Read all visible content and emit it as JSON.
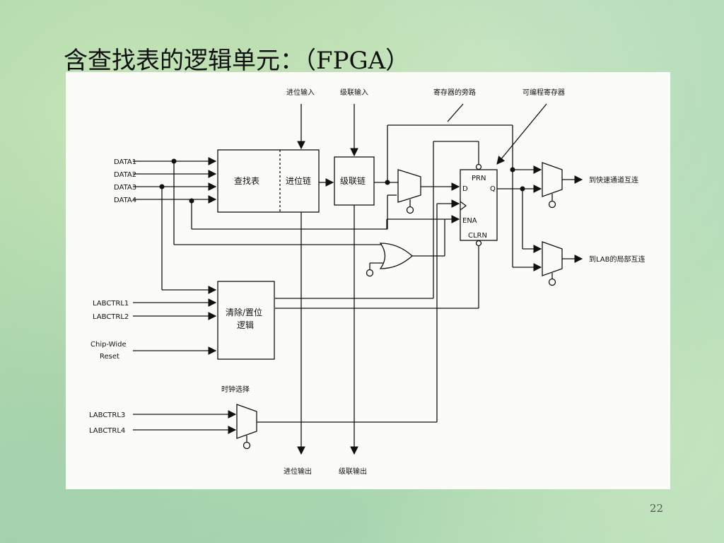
{
  "slide": {
    "title": "含查找表的逻辑单元：（FPGA）",
    "page_number": "22"
  },
  "diagram": {
    "inputs": {
      "data1": "DATA1",
      "data2": "DATA2",
      "data3": "DATA3",
      "data4": "DATA4",
      "labctrl1": "LABCTRL1",
      "labctrl2": "LABCTRL2",
      "chip_wide_line1": "Chip-Wide",
      "chip_wide_line2": "Reset",
      "labctrl3": "LABCTRL3",
      "labctrl4": "LABCTRL4"
    },
    "blocks": {
      "lut": "查找表",
      "carry_chain": "进位链",
      "cascade_chain": "级联链",
      "clear_preset_line1": "清除/置位",
      "clear_preset_line2": "逻辑"
    },
    "register": {
      "prn": "PRN",
      "d": "D",
      "q": "Q",
      "ena": "ENA",
      "clrn": "CLRN"
    },
    "labels": {
      "carry_in": "进位输入",
      "cascade_in": "级联输入",
      "register_bypass": "寄存器的旁路",
      "programmable_register": "可编程寄存器",
      "to_fasttrack": "到快速通道互连",
      "to_lab_local": "到LAB的局部互连",
      "clock_select": "时钟选择",
      "carry_out": "进位输出",
      "cascade_out": "级联输出"
    }
  }
}
